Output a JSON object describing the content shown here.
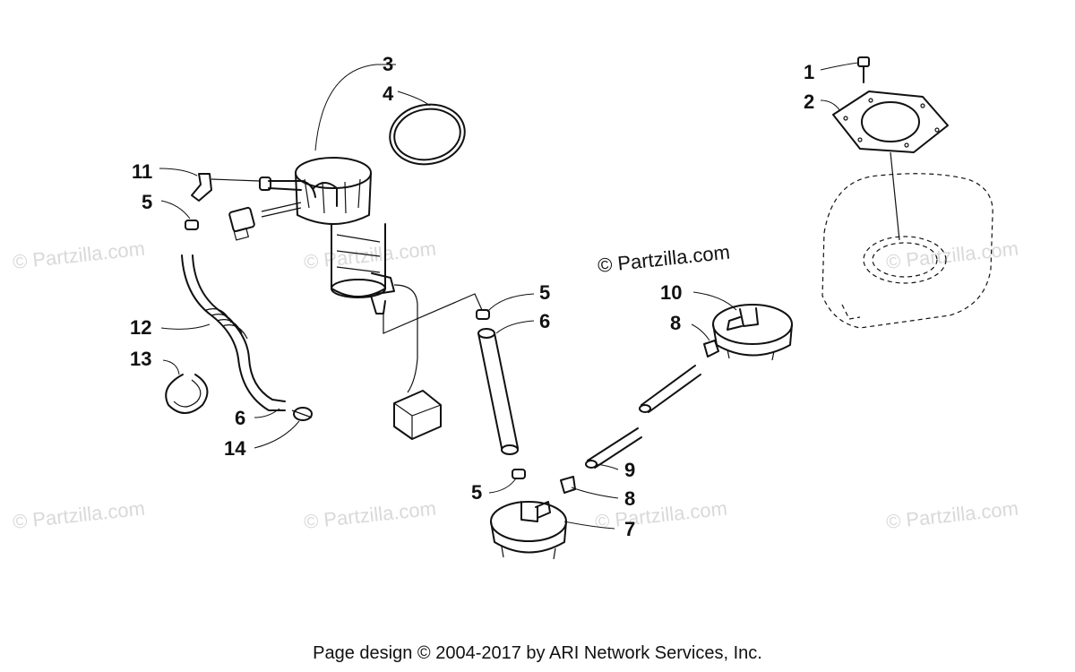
{
  "watermark_text": "© Partzilla.com",
  "center_copyright": "© Partzilla.com",
  "footer_text": "Page design © 2004-2017 by ARI Network Services, Inc.",
  "callouts": {
    "c1": "1",
    "c2": "2",
    "c3": "3",
    "c4": "4",
    "c5a": "5",
    "c5b": "5",
    "c5c": "5",
    "c6a": "6",
    "c6b": "6",
    "c7": "7",
    "c8a": "8",
    "c8b": "8",
    "c9": "9",
    "c10": "10",
    "c11": "11",
    "c12": "12",
    "c13": "13",
    "c14": "14"
  }
}
